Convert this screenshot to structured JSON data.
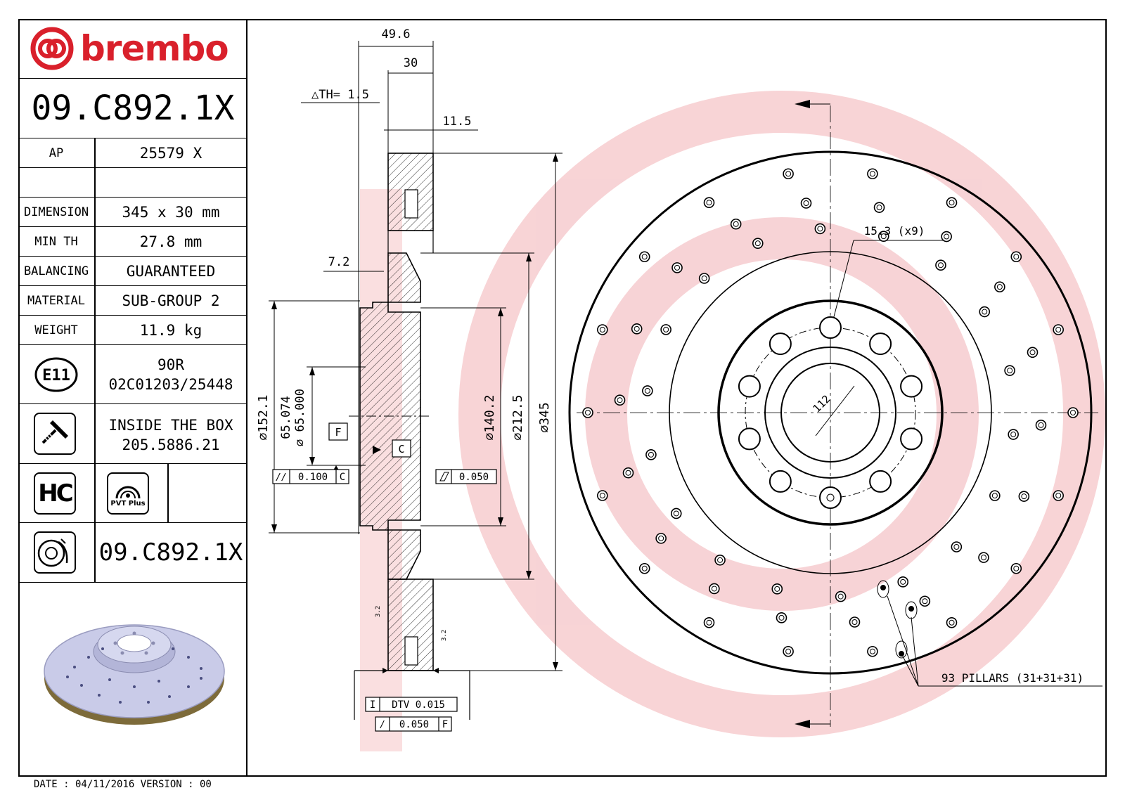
{
  "brand": {
    "name": "brembo",
    "color": "#d9202b"
  },
  "part_number": "09.C892.1X",
  "spec_table": [
    {
      "label": "AP",
      "value": "25579 X"
    },
    {
      "label": "",
      "value": ""
    },
    {
      "label": "DIMENSION",
      "value": "345 x 30 mm"
    },
    {
      "label": "MIN TH",
      "value": "27.8 mm"
    },
    {
      "label": "BALANCING",
      "value": "GUARANTEED"
    },
    {
      "label": "MATERIAL",
      "value": "SUB-GROUP 2"
    },
    {
      "label": "WEIGHT",
      "value": "11.9 kg"
    }
  ],
  "approval": {
    "mark": "E11",
    "line1": "90R",
    "line2": "02C01203/25448"
  },
  "inside_box": {
    "line1": "INSIDE THE BOX",
    "line2": "205.5886.21"
  },
  "badges": {
    "hc": "HC",
    "pvt": "PVT Plus"
  },
  "footer_part_number": "09.C892.1X",
  "date_line": "DATE : 04/11/2016 VERSION : 00",
  "dimensions": {
    "overall_width": "49.6",
    "thickness": "30",
    "th_delta": "△TH= 1.5",
    "hat_offset": "11.5",
    "flange": "7.2",
    "d152": "⌀152.1",
    "d65a": "65.074",
    "d65b": "⌀ 65.000",
    "d140": "⌀140.2",
    "d212": "⌀212.5",
    "d345": "⌀345",
    "parallel": "0.100",
    "parallel_ref": "C",
    "flatness": "0.050",
    "datum_f": "F",
    "datum_c": "C",
    "dtv": "DTV 0.015",
    "runout": "0.050",
    "runout_ref": "F",
    "rough1": "3.2",
    "rough2": "3.2",
    "hole_dia": "15.3 (x9)",
    "pcd": "112",
    "pillars": "93 PILLARS (31+31+31)"
  }
}
